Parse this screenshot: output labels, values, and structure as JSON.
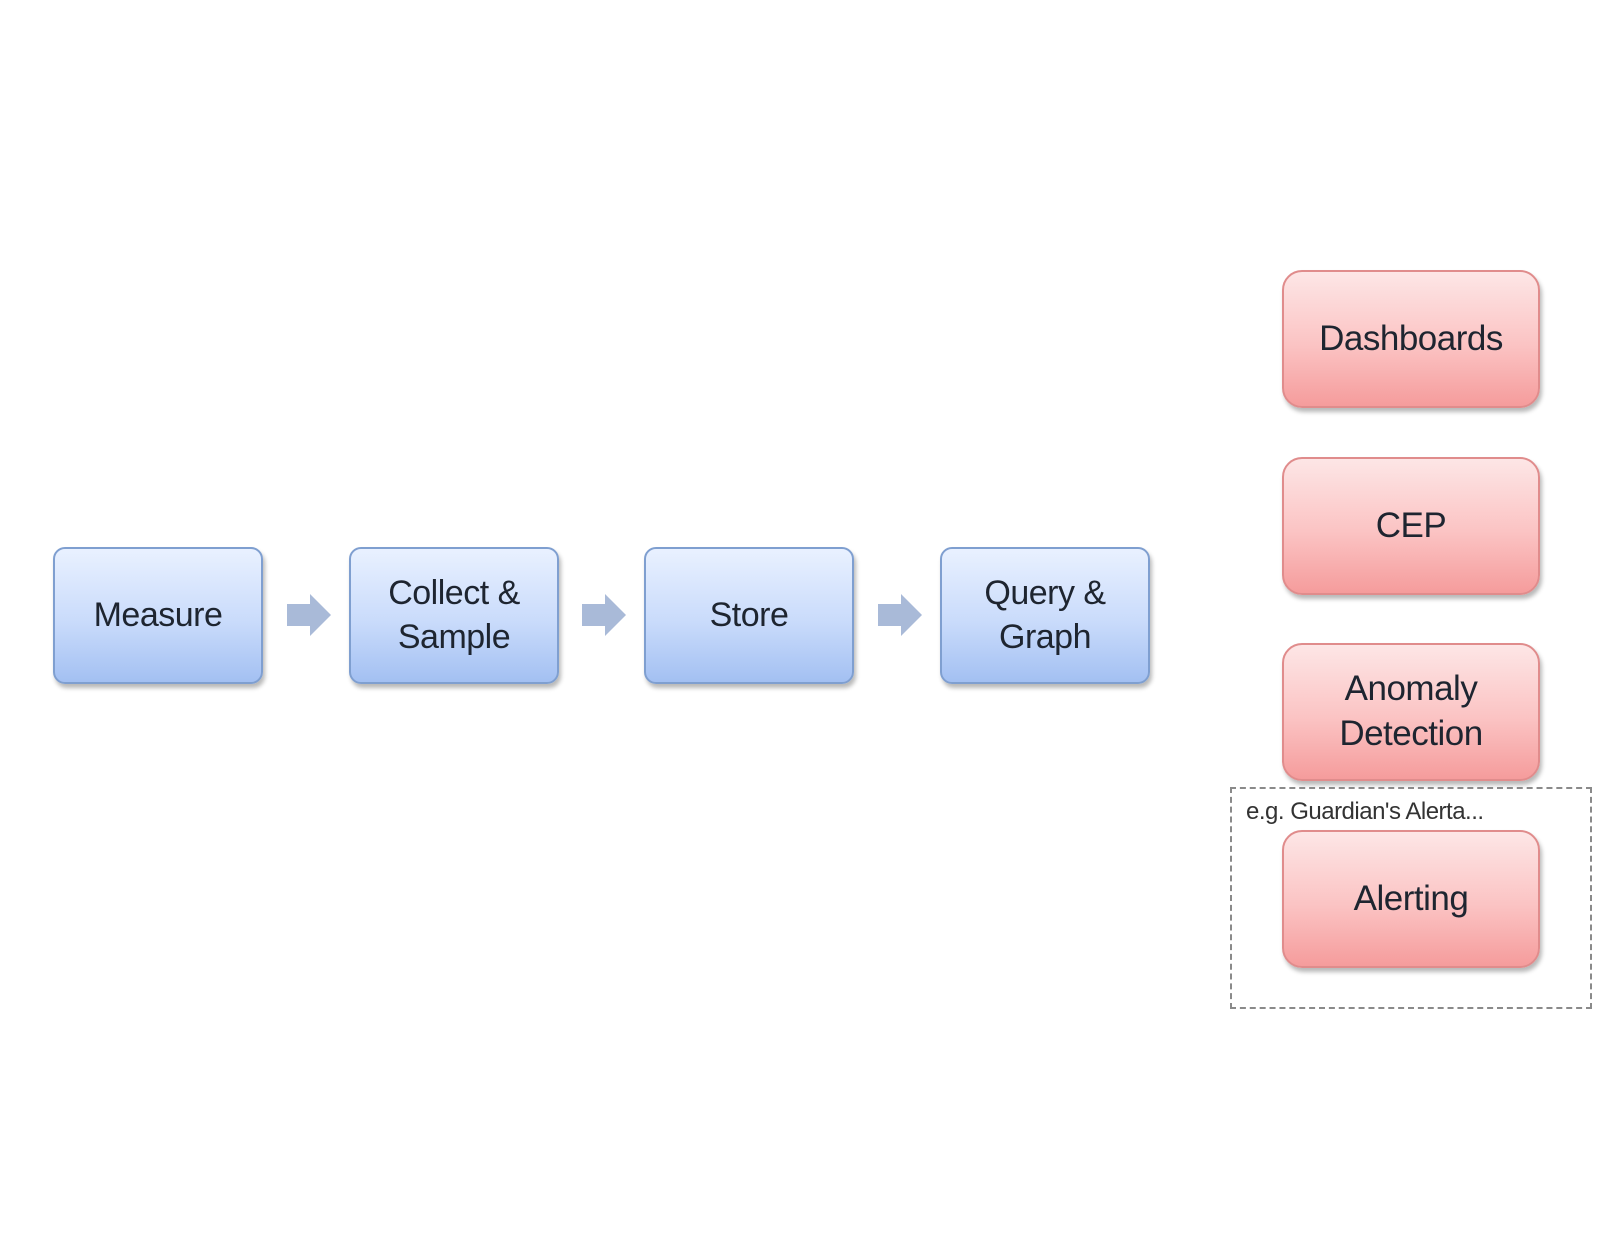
{
  "pipeline": {
    "steps": [
      {
        "label": "Measure"
      },
      {
        "label": "Collect &\nSample"
      },
      {
        "label": "Store"
      },
      {
        "label": "Query &\nGraph"
      }
    ]
  },
  "outputs": {
    "items": [
      {
        "label": "Dashboards"
      },
      {
        "label": "CEP"
      },
      {
        "label": "Anomaly\nDetection"
      },
      {
        "label": "Alerting"
      }
    ]
  },
  "alerting_group": {
    "caption": "e.g. Guardian's Alerta..."
  },
  "colors": {
    "pipeline_box": "#c9dbfb",
    "pipeline_border": "#7f9fd0",
    "output_box": "#fbc3c3",
    "output_border": "#e08c8c",
    "arrow": "#a9bad8",
    "dashed_border": "#8a8a8a"
  }
}
